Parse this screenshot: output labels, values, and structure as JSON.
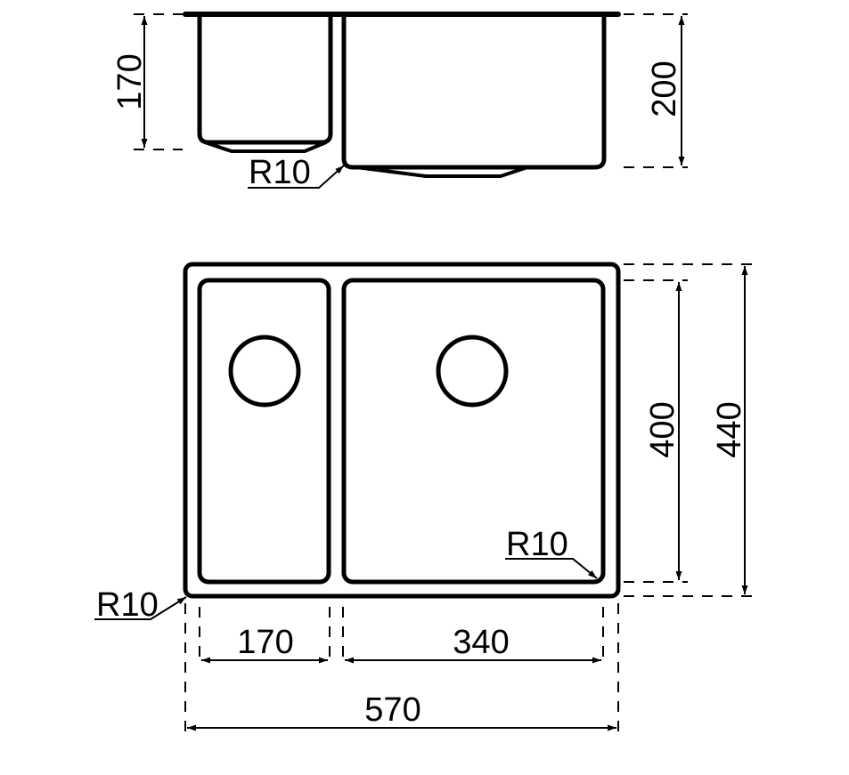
{
  "side_view": {
    "left_bowl_depth": "170",
    "right_bowl_depth": "200",
    "radius_label": "R10"
  },
  "plan_view": {
    "inner_length": "400",
    "outer_length": "440",
    "inner_radius_label": "R10",
    "outer_radius_label": "R10",
    "left_bowl_width": "170",
    "right_bowl_width": "340",
    "overall_width": "570"
  }
}
